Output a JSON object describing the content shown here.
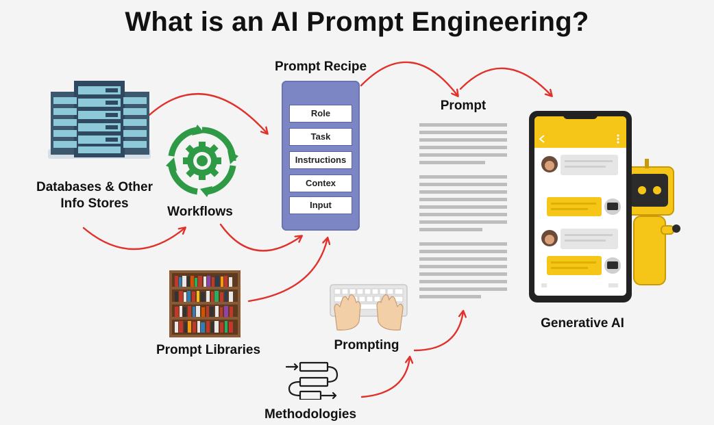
{
  "title": "What is an AI Prompt Engineering?",
  "nodes": {
    "databases": "Databases & Other\nInfo Stores",
    "workflows": "Workflows",
    "prompt_recipe": "Prompt Recipe",
    "prompt": "Prompt",
    "generative_ai": "Generative AI",
    "prompt_libraries": "Prompt Libraries",
    "prompting": "Prompting",
    "methodologies": "Methodologies"
  },
  "recipe_items": [
    "Role",
    "Task",
    "Instructions",
    "Contex",
    "Input"
  ],
  "icons": {
    "databases": "server-rack-icon",
    "workflows": "gear-cycle-icon",
    "prompt_libraries": "bookshelf-icon",
    "prompting": "keyboard-typing-icon",
    "methodologies": "process-flow-icon",
    "generative_ai": "smartphone-chat-icon",
    "robot": "robot-mascot-icon"
  },
  "colors": {
    "arrow": "#e0312b",
    "recipe": "#7d86c4",
    "workflow_green": "#2e9a45",
    "phone_yellow": "#f5c518",
    "server_blue": "#3c5a73"
  }
}
